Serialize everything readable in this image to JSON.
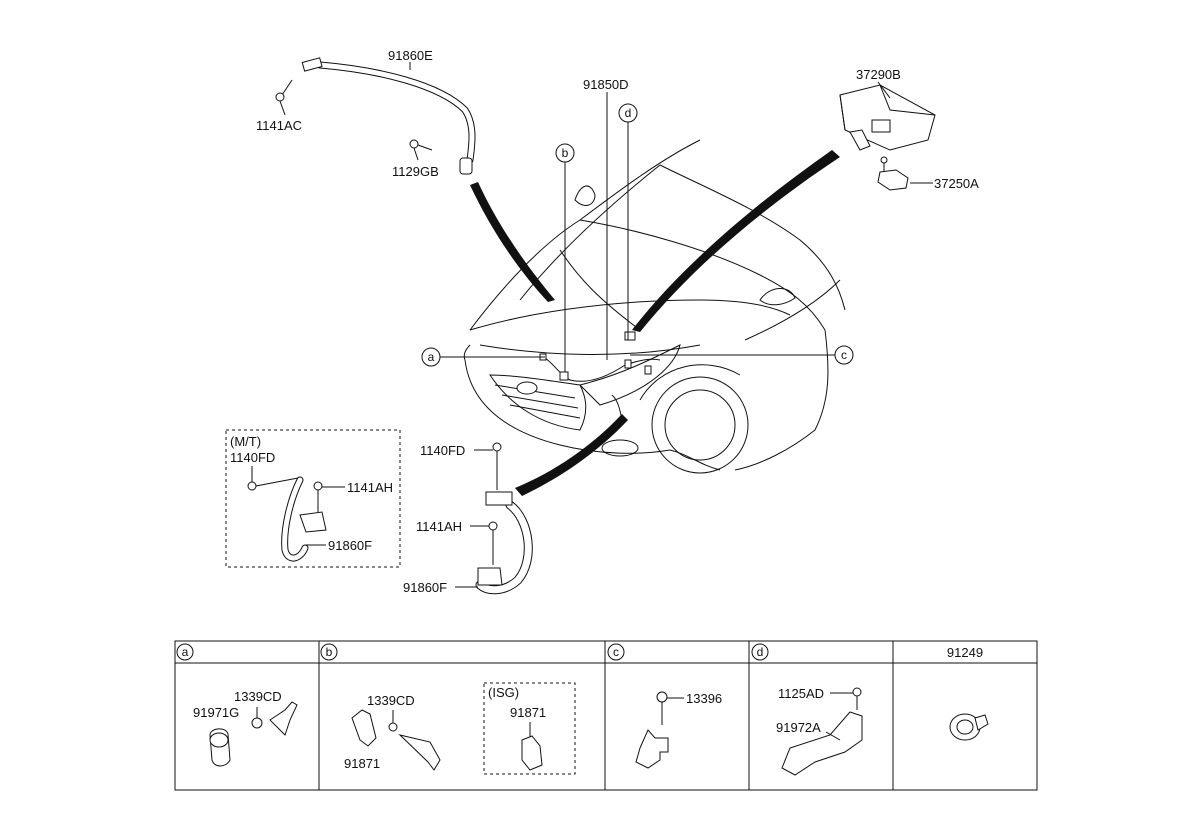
{
  "labels": {
    "p91860E": "91860E",
    "p1141AC": "1141AC",
    "p1129GB": "1129GB",
    "p91850D": "91850D",
    "p37290B": "37290B",
    "p37250A": "37250A",
    "p1140FD_main": "1140FD",
    "p1141AH_main": "1141AH",
    "p91860F_main": "91860F",
    "mt_title": "(M/T)",
    "p1140FD_mt": "1140FD",
    "p1141AH_mt": "1141AH",
    "p91860F_mt": "91860F"
  },
  "callouts": {
    "a": "a",
    "b": "b",
    "c": "c",
    "d": "d"
  },
  "table": {
    "headers": [
      "a",
      "b",
      "c",
      "d",
      "91249"
    ],
    "cell_a": {
      "p1339CD": "1339CD",
      "p91971G": "91971G"
    },
    "cell_b": {
      "p1339CD": "1339CD",
      "p91871": "91871",
      "isg_title": "(ISG)",
      "p91871_isg": "91871"
    },
    "cell_c": {
      "p13396": "13396"
    },
    "cell_d": {
      "p1125AD": "1125AD",
      "p91972A": "91972A"
    }
  }
}
